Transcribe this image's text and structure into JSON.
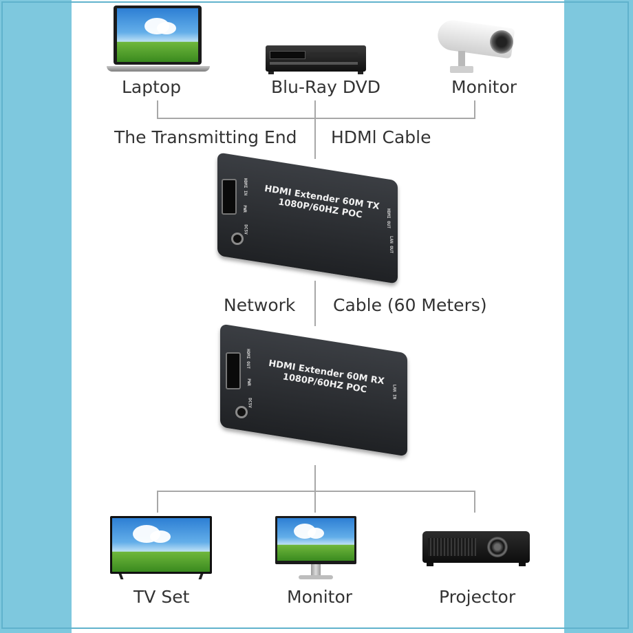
{
  "sources": {
    "laptop_label": "Laptop",
    "bluray_label": "Blu-Ray DVD",
    "monitor_label": "Monitor"
  },
  "cable_top": {
    "left_label": "The Transmitting End",
    "right_label": "HDMl Cable"
  },
  "transmitter": {
    "line1": "HDMI Extender 60M TX",
    "line2": "1080P/60HZ POC",
    "port_hdmi": "HDMI IN",
    "port_pwr": "PWR",
    "port_dc": "DC5V",
    "port_side": "HDMI OUT",
    "port_lan": "LAN OUT"
  },
  "cable_mid": {
    "left_label": "Network",
    "right_label": "Cable (60 Meters)"
  },
  "receiver": {
    "line1": "HDMI Extender 60M RX",
    "line2": "1080P/60HZ POC",
    "port_hdmi": "HDMI OUT",
    "port_pwr": "PWR",
    "port_dc": "DC5V",
    "port_side": "LAN IN"
  },
  "displays": {
    "tv_label": "TV Set",
    "monitor_label": "Monitor",
    "projector_label": "Projector"
  }
}
